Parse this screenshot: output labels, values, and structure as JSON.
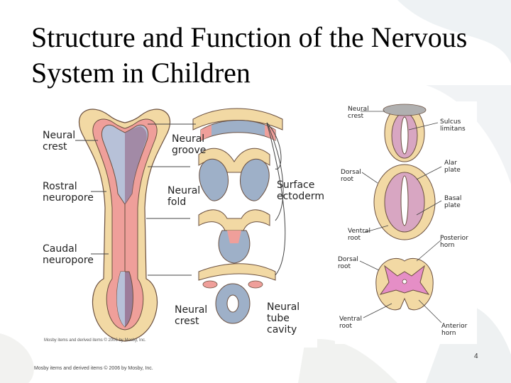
{
  "slide": {
    "title": "Structure and Function of the Nervous System in Children",
    "page_number": "4",
    "footer": "Mosby items and derived items © 2006 by Mosby, Inc."
  },
  "left_figure": {
    "labels": {
      "neural_crest_top": "Neural\ncrest",
      "rostral_neuropore": "Rostral\nneuropore",
      "caudal_neuropore": "Caudal\nneuropore",
      "neural_groove": "Neural\ngroove",
      "neural_fold": "Neural\nfold",
      "surface_ectoderm": "Surface\nectoderm",
      "neural_crest_bottom": "Neural\ncrest",
      "neural_tube_cavity": "Neural\ntube\ncavity"
    },
    "credit": "Mosby items and derived items © 2006 by Mosby, Inc."
  },
  "right_figure": {
    "labels": {
      "neural_crest": "Neural\ncrest",
      "sulcus_limitans": "Sulcus\nlimitans",
      "dorsal_root_1": "Dorsal\nroot",
      "alar_plate": "Alar\nplate",
      "basal_plate": "Basal\nplate",
      "ventral_root_1": "Ventral\nroot",
      "posterior_horn": "Posterior\nhorn",
      "dorsal_root_2": "Dorsal\nroot",
      "ventral_root_2": "Ventral\nroot",
      "anterior_horn": "Anterior\nhorn"
    }
  },
  "colors": {
    "tissue_tan": "#f2d9a4",
    "tissue_pink": "#ef9f9a",
    "neural_plate_blue": "#b7c1d8",
    "neural_plate_purple": "#9c7c9a",
    "cell_gray": "#9eb0c8",
    "gray_matter_pink": "#e58ec6",
    "outline": "#6a4f3f"
  }
}
